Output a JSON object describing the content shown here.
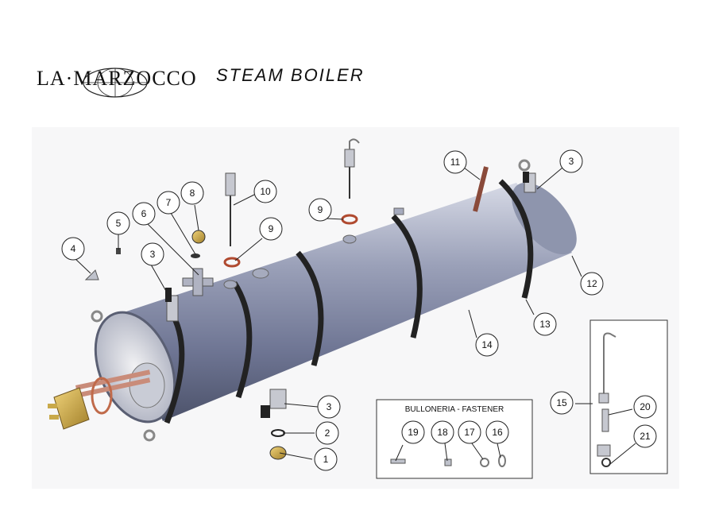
{
  "header": {
    "brand": "LA·MARZOCCO",
    "title": "STEAM BOILER"
  },
  "fastener_box": {
    "title": "BULLONERIA - FASTENER"
  },
  "callouts": [
    "1",
    "2",
    "3",
    "3",
    "3",
    "4",
    "5",
    "6",
    "7",
    "8",
    "9",
    "9",
    "10",
    "11",
    "12",
    "13",
    "14",
    "15",
    "16",
    "17",
    "18",
    "19",
    "20",
    "21"
  ]
}
